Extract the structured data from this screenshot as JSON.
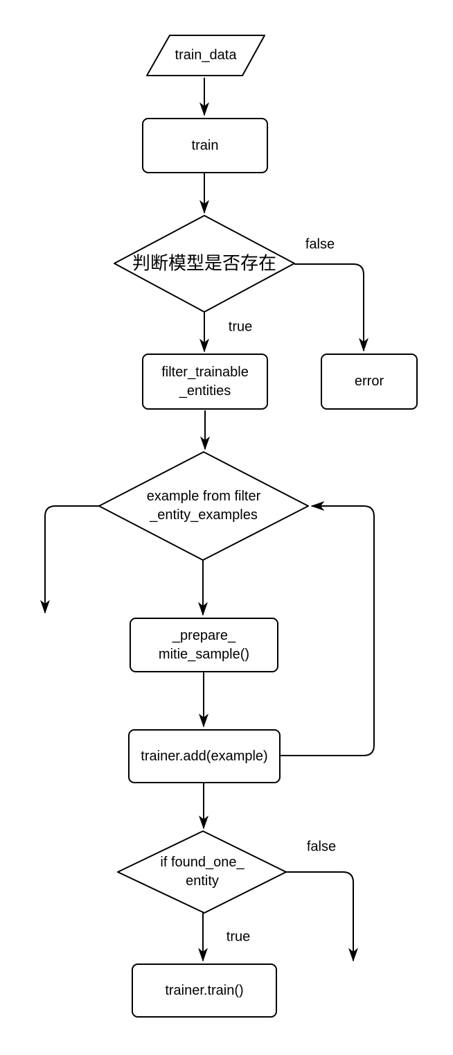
{
  "diagram": {
    "type": "flowchart",
    "background_color": "#ffffff",
    "stroke_color": "#000000",
    "text_color": "#000000",
    "nodes": {
      "train_data": {
        "shape": "parallelogram",
        "label": "train_data"
      },
      "train": {
        "shape": "rounded-rect",
        "label": "train"
      },
      "check_model_exists": {
        "shape": "diamond",
        "label": "判断模型是否存在"
      },
      "filter_trainable_entities": {
        "shape": "rounded-rect",
        "line1": "filter_trainable",
        "line2": "_entities"
      },
      "error": {
        "shape": "rounded-rect",
        "label": "error"
      },
      "example_from_filter": {
        "shape": "diamond",
        "line1": "example from filter",
        "line2": "_entity_examples"
      },
      "prepare_mitie_sample": {
        "shape": "rounded-rect",
        "line1": "_prepare_",
        "line2": "mitie_sample()"
      },
      "trainer_add": {
        "shape": "rounded-rect",
        "label": "trainer.add(example)"
      },
      "if_found_one_entity": {
        "shape": "diamond",
        "line1": "if found_one_",
        "line2": "entity"
      },
      "trainer_train": {
        "shape": "rounded-rect",
        "label": "trainer.train()"
      }
    },
    "edge_labels": {
      "model_exists_false": "false",
      "model_exists_true": "true",
      "found_one_false": "false",
      "found_one_true": "true"
    }
  }
}
